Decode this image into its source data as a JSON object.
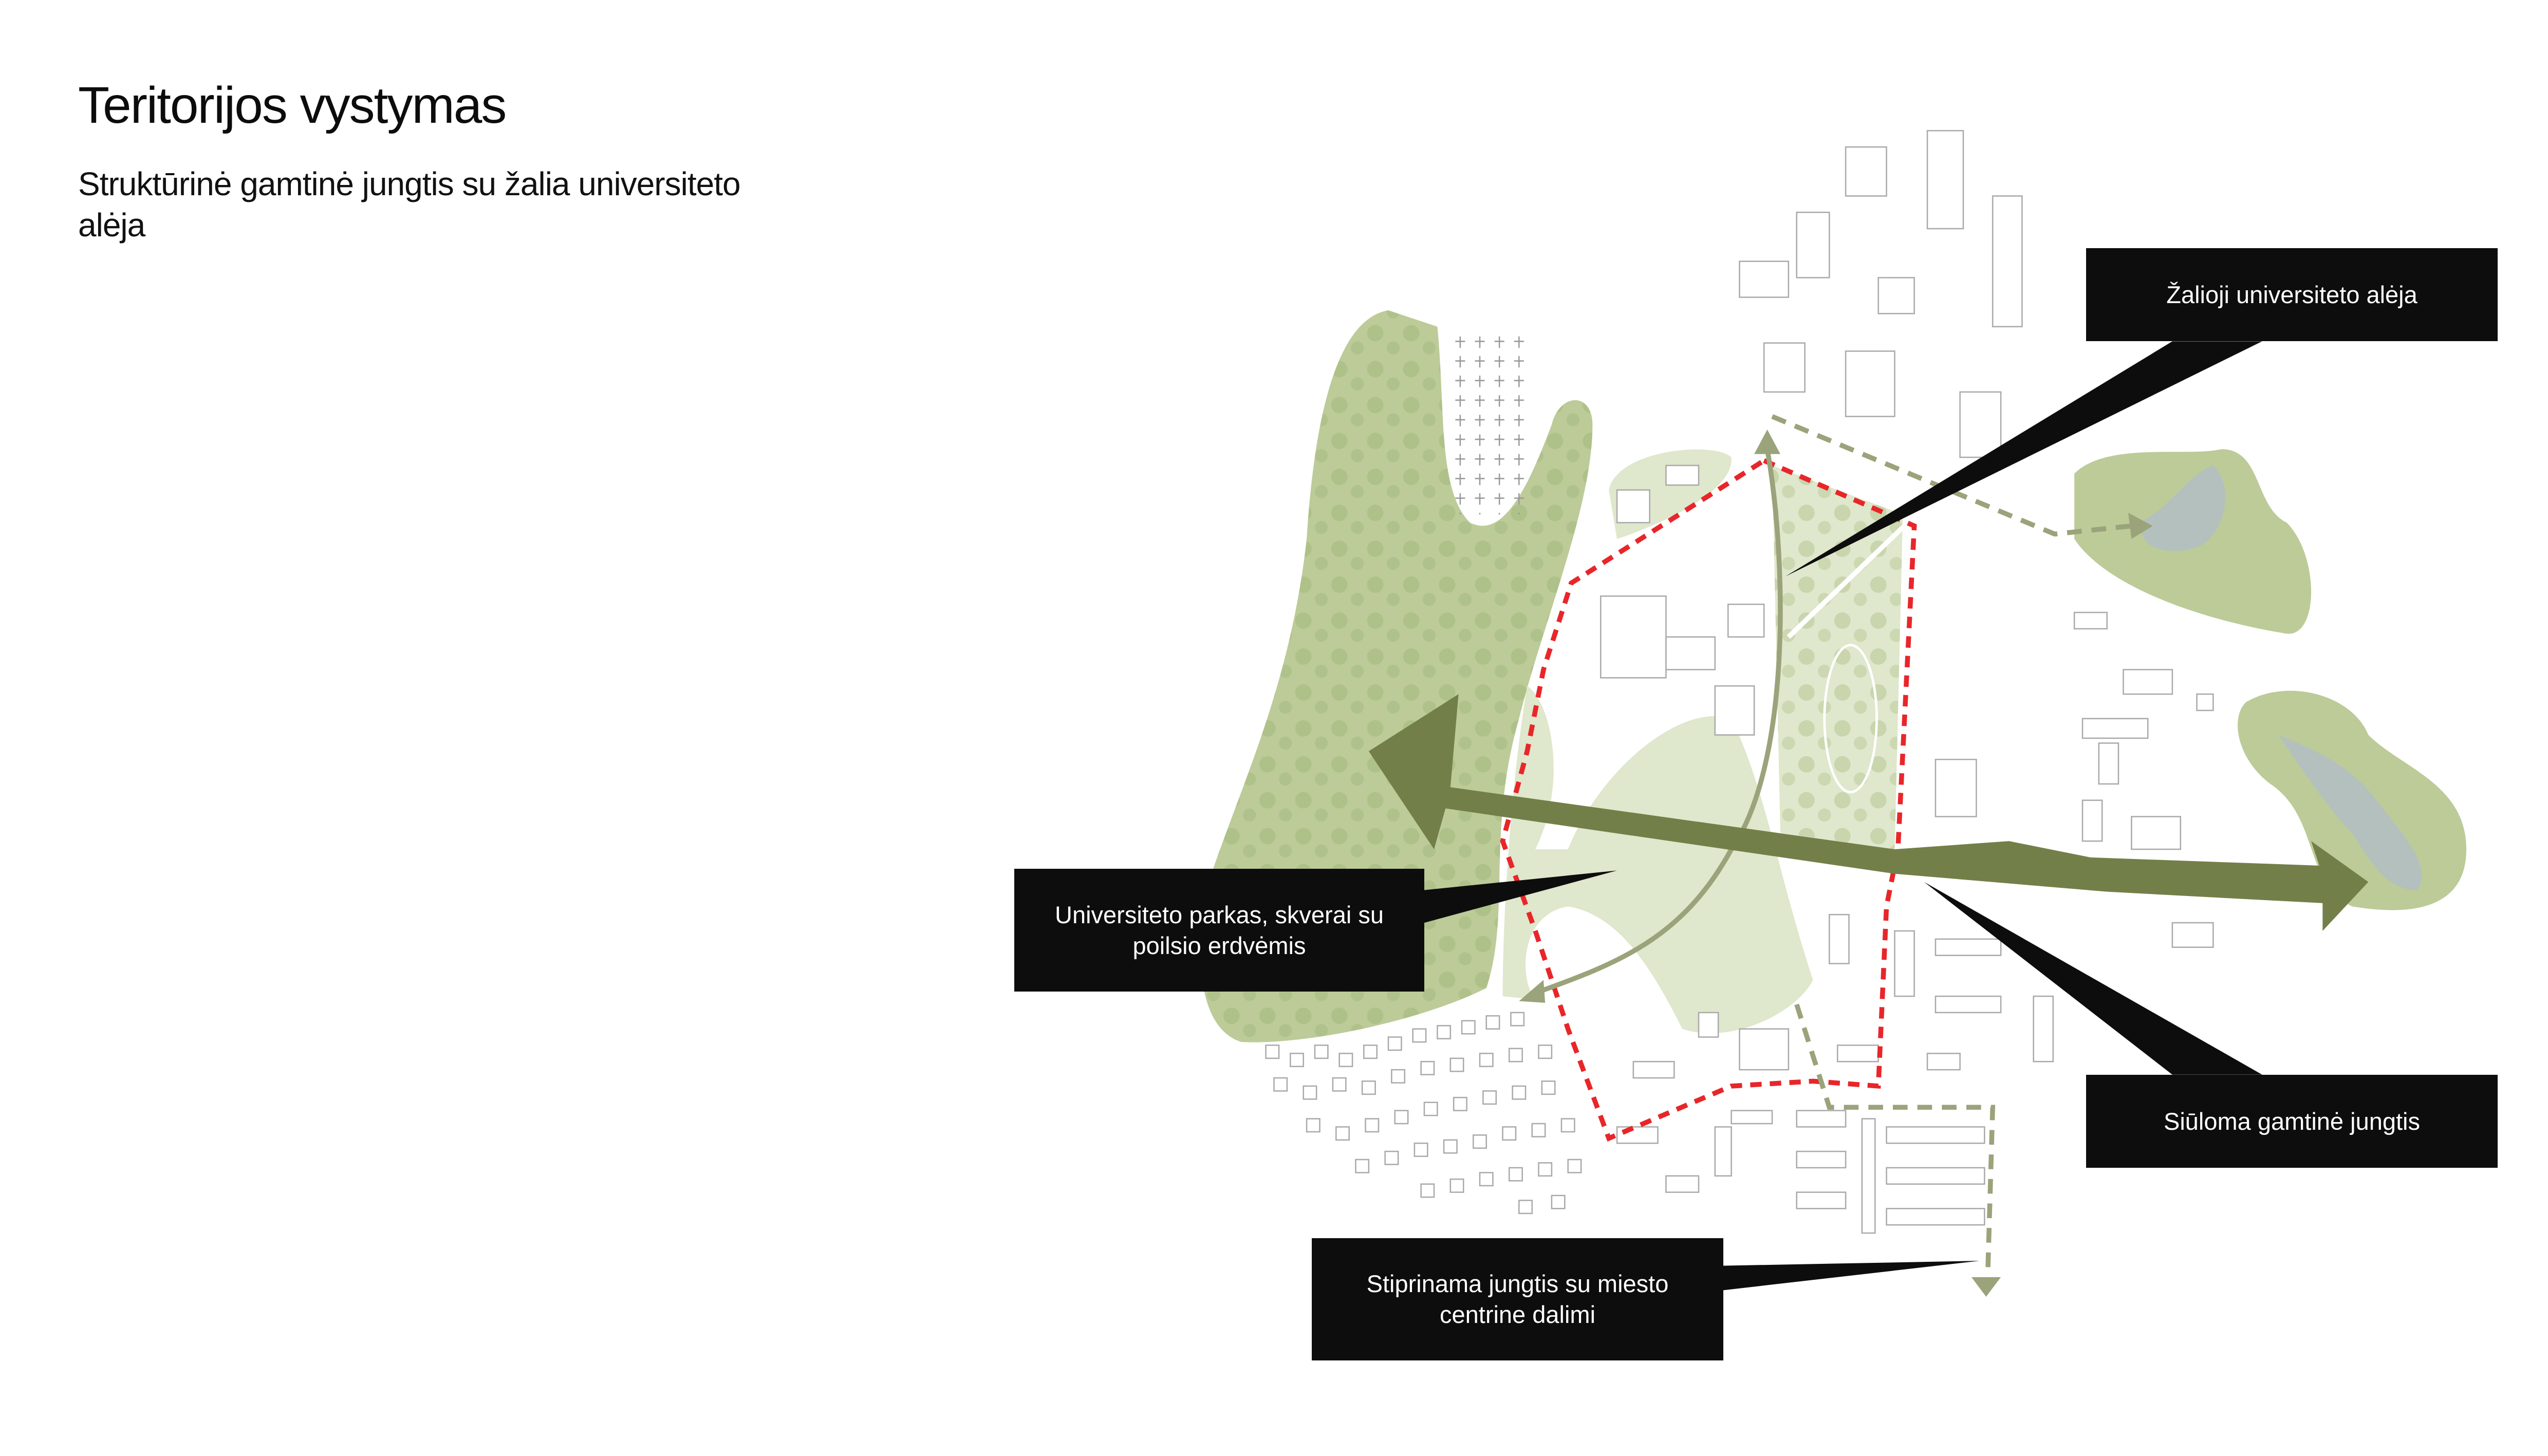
{
  "header": {
    "title": "Teritorijos vystymas",
    "subtitle": "Struktūrinė gamtinė jungtis su žalia universiteto alėja"
  },
  "callouts": {
    "green_alley": "Žalioji universiteto alėja",
    "university_park": "Universiteto parkas, skverai su poilsio erdvėmis",
    "proposed_link": "Siūloma gamtinė jungtis",
    "city_center_link": "Stiprinama jungtis su miesto centrine dalimi"
  },
  "colors": {
    "park_green": "#bccb98",
    "light_green": "#dfe7cc",
    "arrow_olive": "#737f48",
    "path_olive": "#9aa37a",
    "boundary_red": "#e8262a",
    "water": "#b3c0bd",
    "label_bg": "#0d0d0d"
  }
}
